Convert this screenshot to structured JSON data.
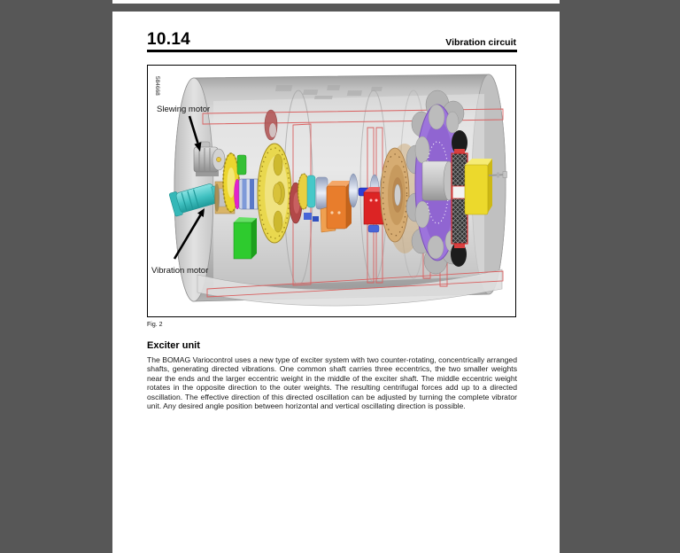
{
  "header": {
    "section_number": "10.14",
    "chapter_title": "Vibration circuit"
  },
  "figure": {
    "id_number": "584668",
    "caption": "Fig. 2",
    "labels": {
      "slewing_motor": "Slewing motor",
      "vibration_motor": "Vibration motor"
    },
    "colors": {
      "viewer_bg": "#575757",
      "drum_gray": "#cccccc",
      "section_red": "#d96060",
      "slewing_motor_gray": "#bcbcbc",
      "vibration_motor_cyan": "#3fc0c0",
      "gear_yellow": "#e9d84e",
      "block_green": "#2ecb2e",
      "eccentric_orange": "#e87d2c",
      "eccentric_red": "#dc2424",
      "bearing_silver": "#c8d2e4",
      "ring_magenta": "#e322cb",
      "disc_tan": "#d6ac72",
      "wheel_purple": "#9d74dc",
      "mount_yellow": "#ecd92c",
      "pin_blue": "#2e3ed6",
      "maroon_disc": "#b24848"
    }
  },
  "content": {
    "heading": "Exciter unit",
    "paragraph": "The BOMAG Variocontrol uses a new type of exciter system with two counter-rotating, concentrically arranged shafts, generating directed vibrations. One common shaft carries three eccentrics, the two smaller weights near the ends and the larger eccentric weight in the middle of the exciter shaft. The middle eccentric weight rotates in the opposite direction to the outer weights. The resulting centrifugal forces add up to a directed oscillation. The effective direction of this directed oscillation can be adjusted by turning the complete vibrator unit. Any desired angle position between horizontal and vertical oscillating direction is possible."
  }
}
